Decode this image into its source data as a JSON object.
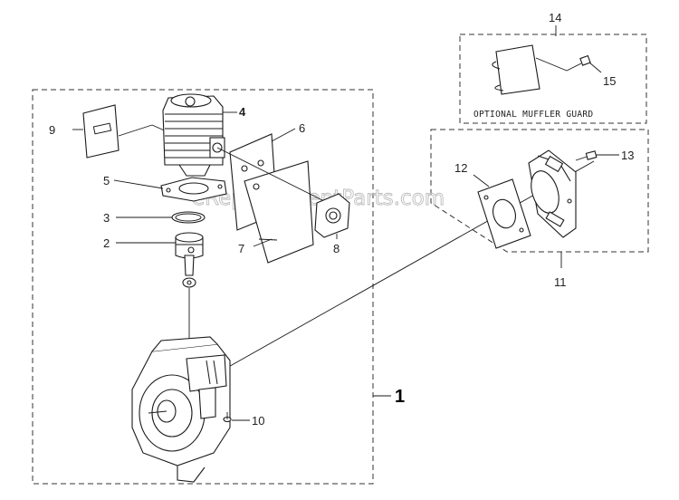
{
  "watermark": "eReplacementParts.com",
  "optional_guard": {
    "caption": "OPTIONAL MUFFLER GUARD"
  },
  "callouts": {
    "c1": "1",
    "c2": "2",
    "c3": "3",
    "c4": "4",
    "c5": "5",
    "c6": "6",
    "c7": "7",
    "c8": "8",
    "c9": "9",
    "c10": "10",
    "c11": "11",
    "c12": "12",
    "c13": "13",
    "c14": "14",
    "c15": "15"
  }
}
